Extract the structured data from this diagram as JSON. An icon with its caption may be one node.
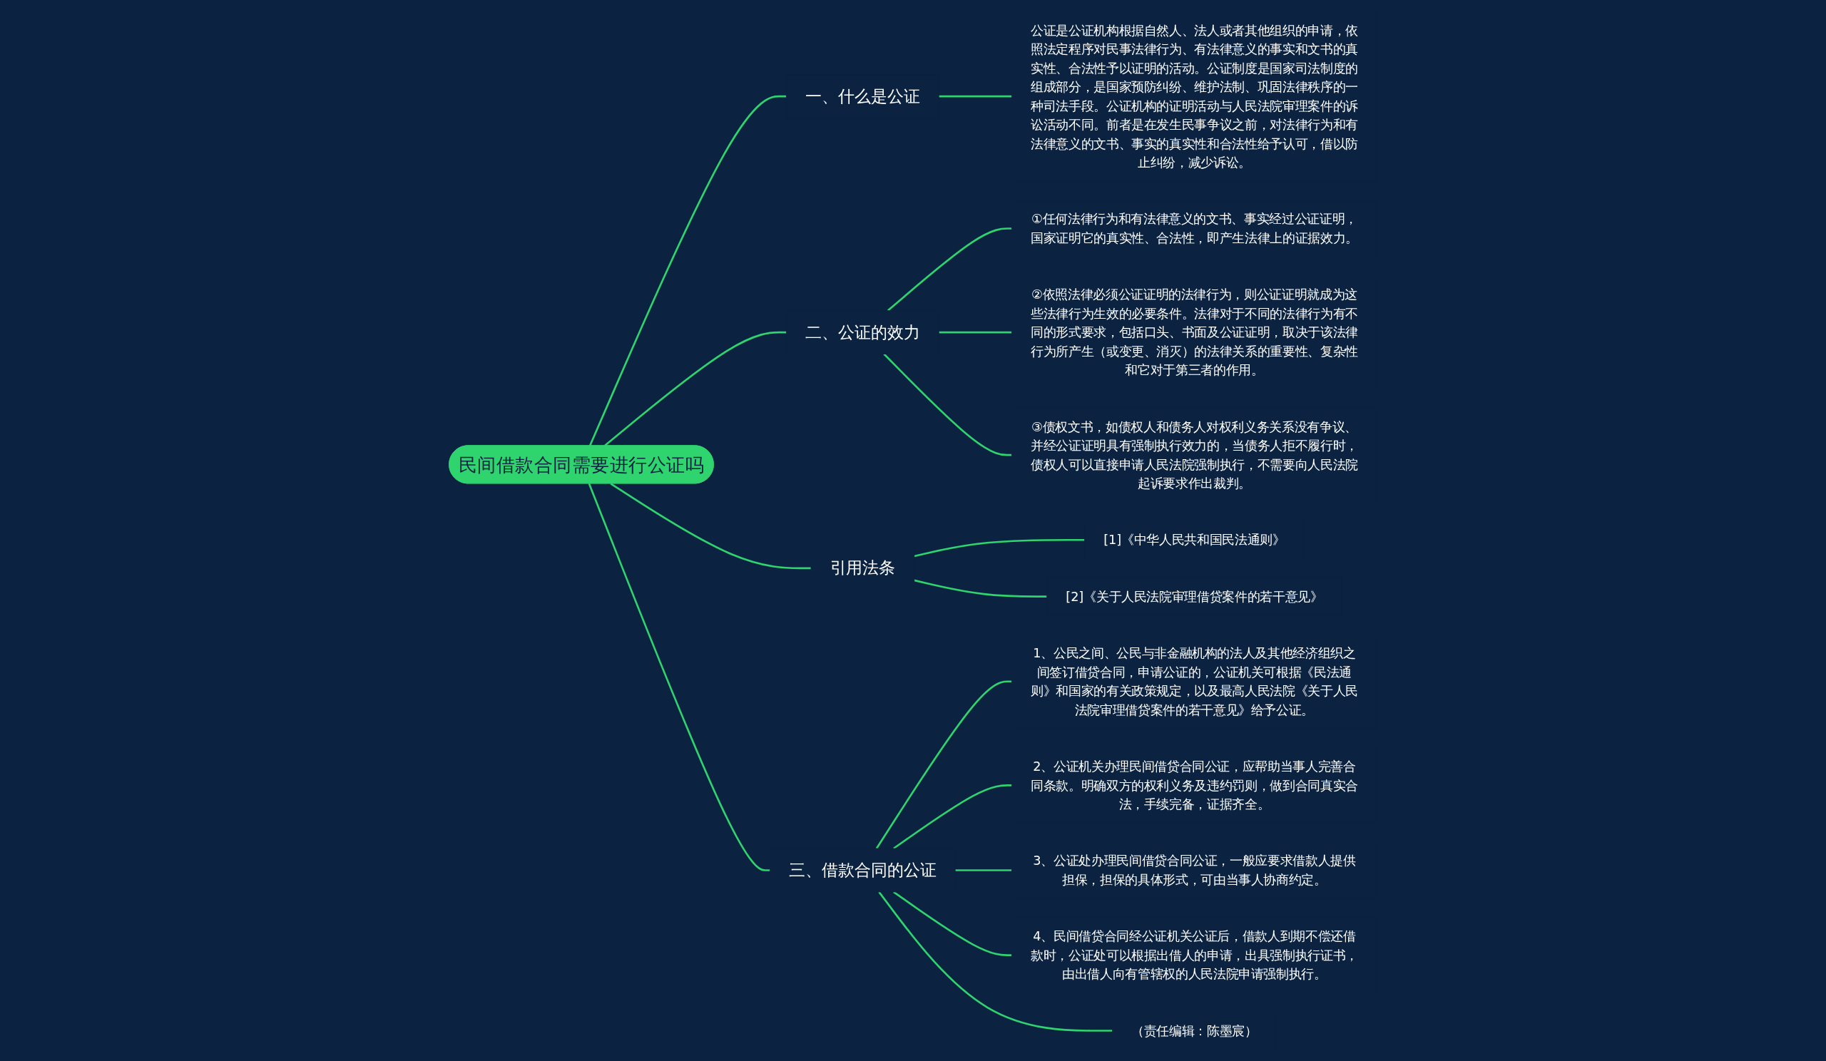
{
  "diagram": {
    "nodes": [
      {
        "text": [
          "民间借款合同需要进行公证吗"
        ]
      },
      {
        "text": [
          "一、什么是公证"
        ]
      },
      {
        "text": [
          "公证是公证机构根据自然人、法人或者其他组织的申请，依照法定程序对民事法律行为、有法律意义的事实和文书的真实性、合法性予以证明的活动。公证制度是国家司法制度的组成部分，是国家预防纠纷、维护法制、巩固法律秩序的一种司法手段。公证机构的证明活动与人民法院审理案件的诉讼活动不同。前者是在发生民事争议之前，对法律行为和有法律意义的文书、事实的真实性和合法性给予认可，借以防止纠纷，减少诉讼。"
        ]
      },
      {
        "text": [
          "二、公证的效力"
        ]
      },
      {
        "text": [
          "①任何法律行为和有法律意义的文书、事实经过公证证明，国家证明它的真实性、合法性，即产生法律上的证据效力。"
        ]
      },
      {
        "text": [
          "②依照法律必须公证证明的法律行为，则公证证明就成为这些法律行为生效的必要条件。法律对于不同的法律行为有不同的形式要求，包括口头、书面及公证证明，取决于该法律行为所产生（或变更、消灭）的法律关系的重要性、复杂性和它对于第三者的作用。"
        ]
      },
      {
        "text": [
          "③债权文书，如债权人和债务人对权利义务关系没有争议、并经公证证明具有强制执行效力的，当债务人拒不履行时，债权人可以直接申请人民法院强制执行，不需要向人民法院起诉要求作出裁判。"
        ]
      },
      {
        "text": [
          "引用法条"
        ]
      },
      {
        "text": [
          "[1]《中华人民共和国民法通则》"
        ]
      },
      {
        "text": [
          "[2]《关于人民法院审理借贷案件的若干意见》"
        ]
      },
      {
        "text": [
          "三、借款合同的公证"
        ]
      },
      {
        "text": [
          "1、公民之间、公民与非金融机构的法人及其他经济组织之间签订借贷合同，申请公证的，公证机关可根据《民法通则》和国家的有关政策规定，以及最高人民法院《关于人民法院审理借贷案件的若干意见》给予公证。"
        ]
      },
      {
        "text": [
          "2、公证机关办理民间借贷合同公证，应帮助当事人完善合同条款。明确双方的权利义务及违约罚则，做到合同真实合法，手续完备，证据齐全。"
        ]
      },
      {
        "text": [
          "3、公证处办理民间借贷合同公证，一般应要求借款人提供担保，担保的具体形式，可由当事人协商约定。"
        ]
      },
      {
        "text": [
          "4、民间借贷合同经公证机关公证后，借款人到期不偿还借款时，公证处可以根据出借人的申请，出具强制执行证书，由出借人向有管辖权的人民法院申请强制执行。"
        ]
      },
      {
        "text": [
          "（责任编辑：陈墨宸）"
        ]
      }
    ],
    "edges": [
      {
        "from": 0,
        "to": 1,
        "arrow": "none"
      },
      {
        "from": 1,
        "to": 2,
        "arrow": "none"
      },
      {
        "from": 0,
        "to": 3,
        "arrow": "none"
      },
      {
        "from": 3,
        "to": 4,
        "arrow": "none"
      },
      {
        "from": 3,
        "to": 5,
        "arrow": "none"
      },
      {
        "from": 3,
        "to": 6,
        "arrow": "none"
      },
      {
        "from": 0,
        "to": 7,
        "arrow": "none"
      },
      {
        "from": 7,
        "to": 8,
        "arrow": "none"
      },
      {
        "from": 7,
        "to": 9,
        "arrow": "none"
      },
      {
        "from": 0,
        "to": 10,
        "arrow": "none"
      },
      {
        "from": 10,
        "to": 11,
        "arrow": "none"
      },
      {
        "from": 10,
        "to": 12,
        "arrow": "none"
      },
      {
        "from": 10,
        "to": 13,
        "arrow": "none"
      },
      {
        "from": 10,
        "to": 14,
        "arrow": "none"
      },
      {
        "from": 10,
        "to": 15,
        "arrow": "none"
      }
    ]
  }
}
